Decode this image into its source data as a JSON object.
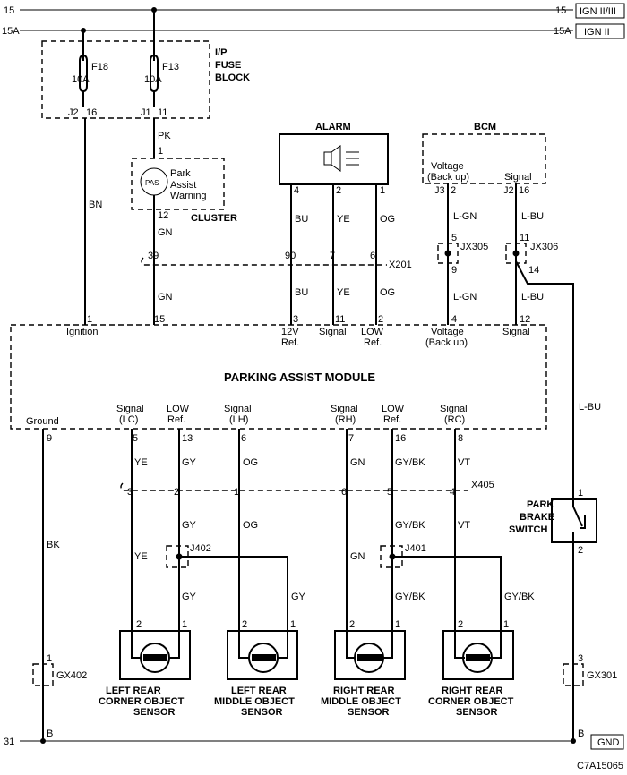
{
  "rails": {
    "ign_15_left": "15",
    "ign_15_right": "15",
    "ign_15_tag": "IGN II/III",
    "ign_15a_left": "15A",
    "ign_15a_right": "15A",
    "ign_15a_tag": "IGN II",
    "gnd_31_left": "31",
    "gnd_tag": "GND",
    "gnd_b_left": "B",
    "gnd_b_right": "B"
  },
  "fuse_block": {
    "title_1": "I/P",
    "title_2": "FUSE",
    "title_3": "BLOCK",
    "f18_name": "F18",
    "f18_rating": "10A",
    "f18_pin": "J2",
    "f18_pin_no": "16",
    "f13_name": "F13",
    "f13_rating": "10A",
    "f13_pin": "J1",
    "f13_pin_no": "11"
  },
  "cluster": {
    "title": "CLUSTER",
    "pin_in": "1",
    "pin_out": "12",
    "lamp": "PAS",
    "label_1": "Park",
    "label_2": "Assist",
    "label_3": "Warning"
  },
  "alarm": {
    "title": "ALARM",
    "pin_4": "4",
    "pin_2": "2",
    "pin_1": "1"
  },
  "bcm": {
    "title": "BCM",
    "voltage_1": "Voltage",
    "voltage_2": "(Back up)",
    "signal": "Signal",
    "j3": "J3",
    "j3_pin": "2",
    "j2": "J2",
    "j2_pin": "16"
  },
  "connectors": {
    "x201": "X201",
    "x201_39": "39",
    "x201_90": "90",
    "x201_7": "7",
    "x201_6": "6",
    "jx305": "JX305",
    "jx305_top": "5",
    "jx305_bottom": "9",
    "jx306": "JX306",
    "jx306_top": "11",
    "jx306_bottom": "14",
    "x405": "X405",
    "x405_3": "3",
    "x405_2": "2",
    "x405_1": "1",
    "x405_6": "6",
    "x405_5": "5",
    "x405_4": "4",
    "j402": "J402",
    "j401": "J401",
    "gx402": "GX402",
    "gx402_pin": "1",
    "gx301": "GX301",
    "gx301_pin": "3"
  },
  "wires": {
    "bn": "BN",
    "pk": "PK",
    "gn": "GN",
    "bu": "BU",
    "ye": "YE",
    "og": "OG",
    "lgn": "L-GN",
    "lbu": "L-BU",
    "bk": "BK",
    "gy": "GY",
    "gybk": "GY/BK",
    "vt": "VT"
  },
  "module": {
    "title": "PARKING ASSIST MODULE",
    "top_pins": [
      {
        "no": "1",
        "l1": "Ignition",
        "l2": ""
      },
      {
        "no": "15",
        "l1": "",
        "l2": ""
      },
      {
        "no": "3",
        "l1": "12V",
        "l2": "Ref."
      },
      {
        "no": "11",
        "l1": "Signal",
        "l2": ""
      },
      {
        "no": "2",
        "l1": "LOW",
        "l2": "Ref."
      },
      {
        "no": "4",
        "l1": "Voltage",
        "l2": "(Back up)"
      },
      {
        "no": "12",
        "l1": "Signal",
        "l2": ""
      }
    ],
    "bottom_pins": [
      {
        "no": "9",
        "l1": "Ground",
        "l2": ""
      },
      {
        "no": "5",
        "l1": "Signal",
        "l2": "(LC)"
      },
      {
        "no": "13",
        "l1": "LOW",
        "l2": "Ref."
      },
      {
        "no": "6",
        "l1": "Signal",
        "l2": "(LH)"
      },
      {
        "no": "7",
        "l1": "Signal",
        "l2": "(RH)"
      },
      {
        "no": "16",
        "l1": "LOW",
        "l2": "Ref."
      },
      {
        "no": "8",
        "l1": "Signal",
        "l2": "(RC)"
      }
    ]
  },
  "park_brake": {
    "l1": "PARK",
    "l2": "BRAKE",
    "l3": "SWITCH",
    "pin_top": "1",
    "pin_bottom": "2"
  },
  "sensors": [
    {
      "l1": "LEFT REAR",
      "l2": "CORNER OBJECT",
      "l3": "SENSOR",
      "pin_a": "2",
      "pin_b": "1"
    },
    {
      "l1": "LEFT REAR",
      "l2": "MIDDLE OBJECT",
      "l3": "SENSOR",
      "pin_a": "2",
      "pin_b": "1"
    },
    {
      "l1": "RIGHT REAR",
      "l2": "MIDDLE OBJECT",
      "l3": "SENSOR",
      "pin_a": "2",
      "pin_b": "1"
    },
    {
      "l1": "RIGHT REAR",
      "l2": "CORNER OBJECT",
      "l3": "SENSOR",
      "pin_a": "2",
      "pin_b": "1"
    }
  ],
  "figure_id": "C7A15065"
}
